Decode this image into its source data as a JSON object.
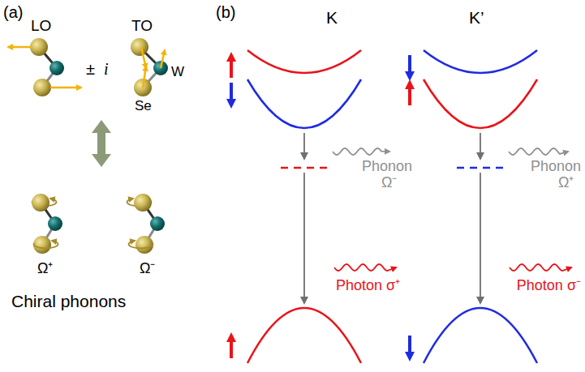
{
  "diagram": {
    "labels": [
      "(a)",
      "LO",
      "TO",
      "±",
      "i",
      "W",
      "Se",
      "Ω⁺",
      "Ω⁻",
      "Chiral phonons",
      "(b)",
      "K",
      "K’",
      "Phonon",
      "Ω⁻",
      "Photon σ⁺",
      "Phonon",
      "Ω⁺",
      "Photon σ⁻"
    ]
  }
}
